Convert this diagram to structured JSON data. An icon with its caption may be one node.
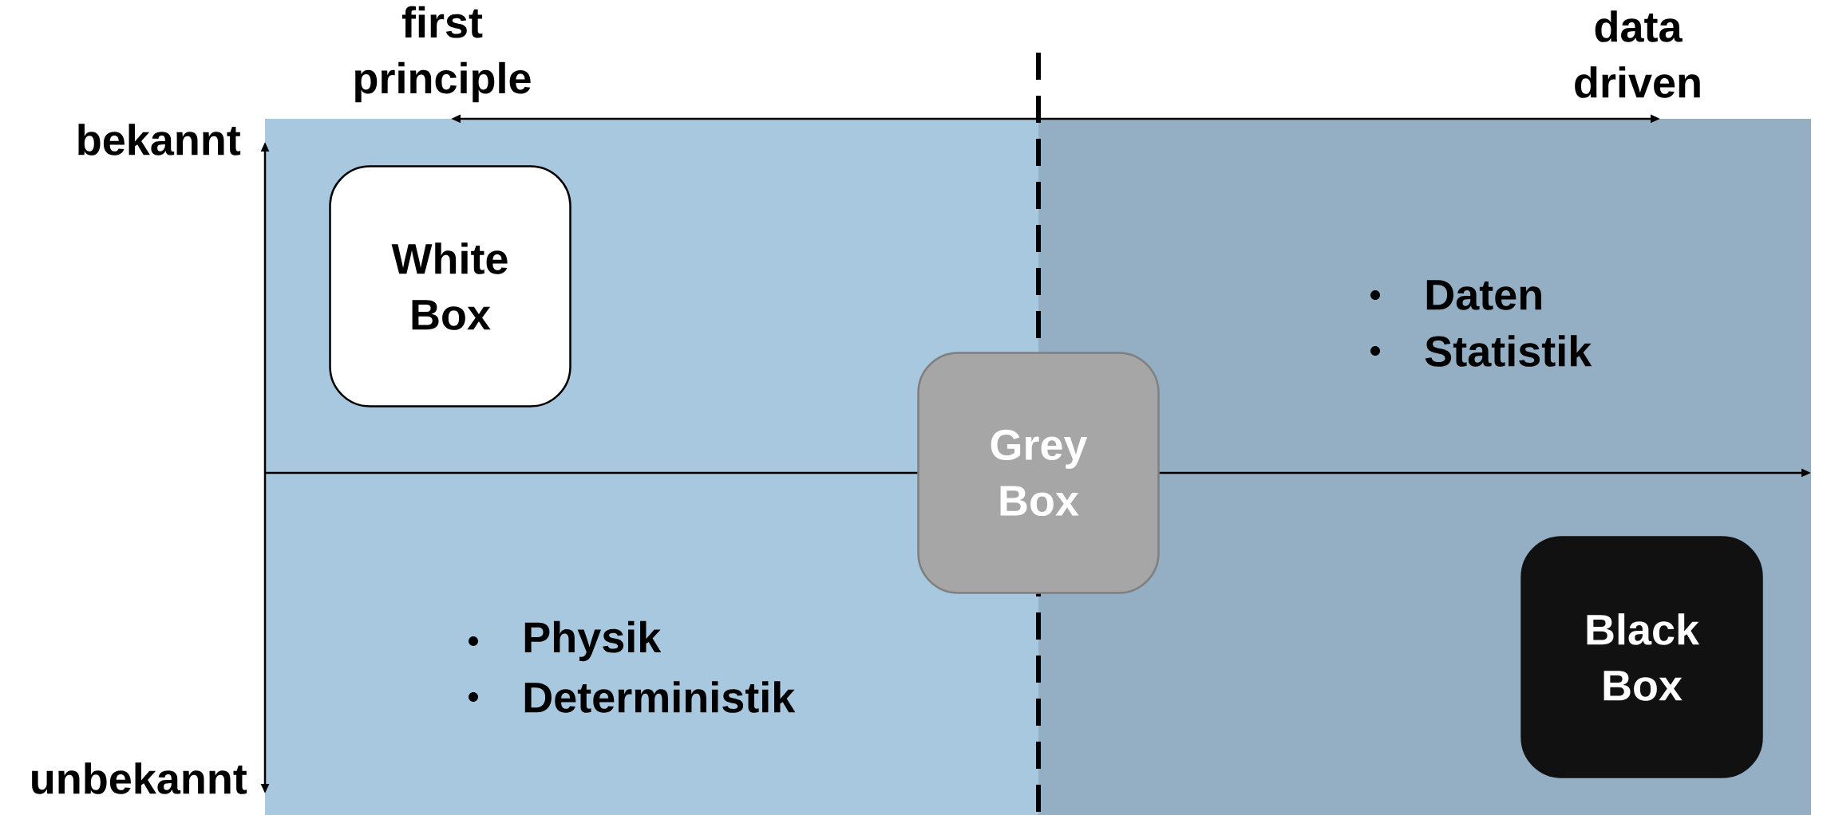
{
  "diagram": {
    "nodes": [
      {
        "text": [
          "White Box"
        ]
      },
      {
        "text": [
          "Grey Box"
        ]
      },
      {
        "text": [
          "Black Box"
        ]
      }
    ],
    "labels": [
      "first principle",
      "data driven",
      "bekannt",
      "unbekannt",
      "Daten",
      "Statistik",
      "Physik",
      "Deterministik"
    ]
  }
}
